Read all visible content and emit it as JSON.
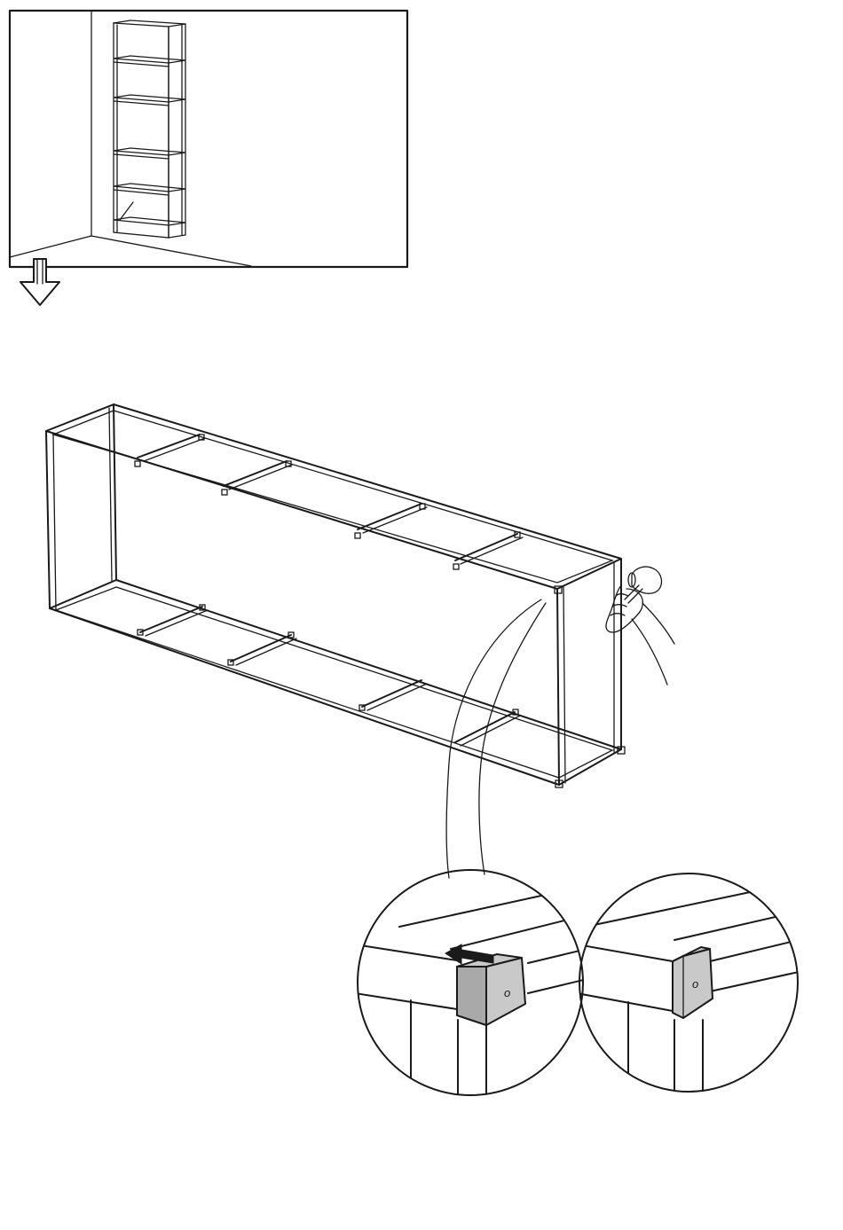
{
  "page": {
    "background": "#ffffff",
    "line_color": "#1a1a1a",
    "cap_color": "#c9c9c9"
  },
  "steps": [
    {
      "name": "inset-upright-shelf",
      "icon": "upright-bookshelf-icon"
    },
    {
      "name": "tip-over-arrow",
      "icon": "double-down-arrow-icon"
    },
    {
      "name": "frame-on-side-with-mallet",
      "icon": "rubber-mallet-icon"
    },
    {
      "name": "detail-cap-insert",
      "icon": "push-arrow-icon"
    },
    {
      "name": "detail-cap-fitted",
      "icon": "end-cap-icon"
    }
  ],
  "cap_marks": {
    "insert": "o",
    "fitted": "o"
  }
}
